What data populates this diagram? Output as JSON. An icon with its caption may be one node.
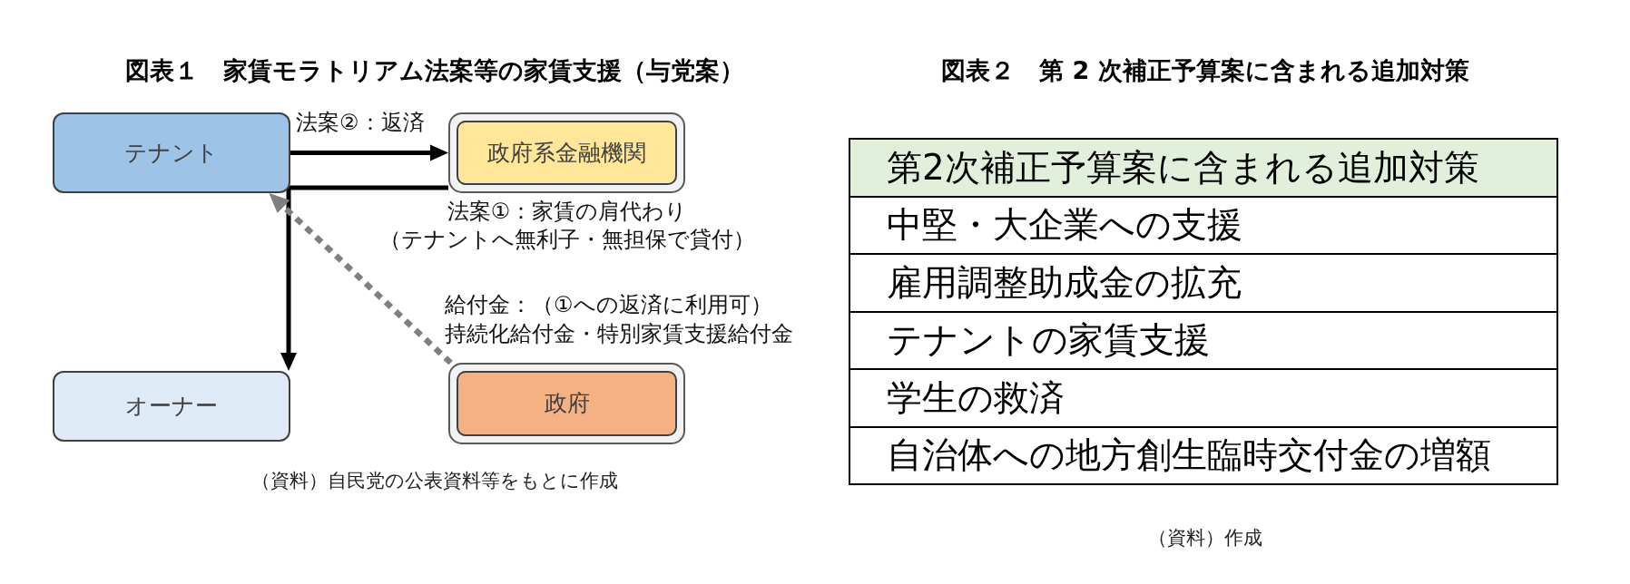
{
  "diagram": {
    "title": "図表１　家賃モラトリアム法案等の家賃支援（与党案）",
    "caption": "（資料）自民党の公表資料等をもとに作成",
    "nodes": [
      {
        "text": [
          "テナント"
        ]
      },
      {
        "text": [
          "政府系金融機関"
        ]
      },
      {
        "text": [
          "オーナー"
        ]
      },
      {
        "text": [
          "政府"
        ]
      }
    ],
    "edges": [
      {
        "from": 0,
        "to": 1,
        "arrow": "to",
        "label": "法案②：返済"
      },
      {
        "from": 1,
        "to": 2,
        "arrow": "to",
        "label": "法案①：家賃の肩代わり（テナントへ無利子・無担保で貸付）"
      },
      {
        "from": 3,
        "to": 0,
        "arrow": "to",
        "label": "給付金：（①への返済に利用可）持続化給付金・特別家賃支援給付金",
        "style": "dashed",
        "color": "#7f7f7f"
      }
    ],
    "labels": [
      "図表２　第 2 次補正予算案に含まれる追加対策",
      "第2次補正予算案に含まれる追加対策",
      "中堅・大企業への支援",
      "雇用調整助成金の拡充",
      "テナントの家賃支援",
      "学生の救済",
      "自治体への地方創生臨時交付金の増額",
      "（資料）作成"
    ]
  }
}
